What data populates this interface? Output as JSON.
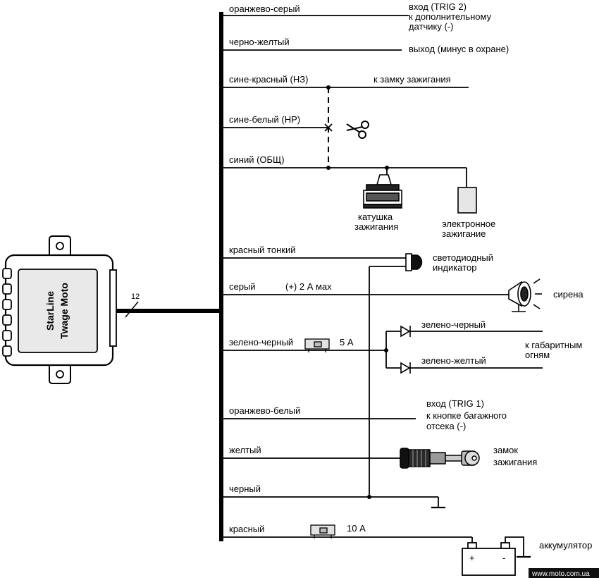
{
  "unit": {
    "brand_line1": "StarLine",
    "brand_line2": "Twage Moto",
    "bundle_count": "12"
  },
  "wires": {
    "orange_gray": "оранжево-серый",
    "black_yellow": "черно-желтый",
    "blue_red": "сине-красный (НЗ)",
    "blue_white": "сине-белый (НР)",
    "blue_common": "синий (ОБЩ)",
    "red_thin": "красный тонкий",
    "gray": "серый",
    "gray_spec": "(+)  2 А мах",
    "green_black": "зелено-черный",
    "green_black_fuse": "5 А",
    "green_black_branch": "зелено-черный",
    "green_yellow_branch": "зелено-желтый",
    "orange_white": "оранжево-белый",
    "yellow": "желтый",
    "black": "черный",
    "red": "красный",
    "red_fuse": "10 А"
  },
  "targets": {
    "trig2_line1": "вход (TRIG 2)",
    "trig2_line2": "к дополнительному",
    "trig2_line3": "датчику (-)",
    "output_minus": "выход (минус в охране)",
    "ignition_lock_wire": "к замку зажигания",
    "coil_line1": "катушка",
    "coil_line2": "зажигания",
    "electronic_line1": "электронное",
    "electronic_line2": "зажигание",
    "led_line1": "светодиодный",
    "led_line2": "индикатор",
    "siren": "сирена",
    "parking_line1": "к габаритным",
    "parking_line2": "огням",
    "trig1_line1": "вход (TRIG 1)",
    "trig1_line2": "к кнопке багажного",
    "trig1_line3": "отсека (-)",
    "lock_line1": "замок",
    "lock_line2": "зажигания",
    "battery": "аккумулятор",
    "battery_plus": "+",
    "battery_minus": "-"
  },
  "footer": {
    "url": "www.moto.com.ua"
  }
}
